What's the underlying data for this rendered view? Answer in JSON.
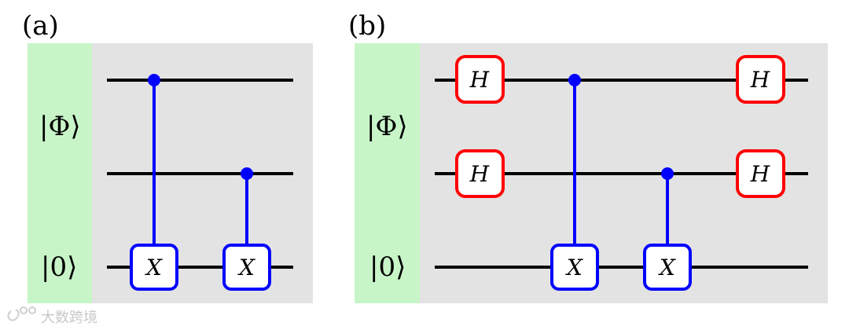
{
  "panels": {
    "a": {
      "label": "(a)",
      "state_top": "|Φ⟩",
      "state_bottom": "|0⟩",
      "gates": [
        "X",
        "X"
      ]
    },
    "b": {
      "label": "(b)",
      "state_top": "|Φ⟩",
      "state_bottom": "|0⟩",
      "hadamards": [
        "H",
        "H",
        "H",
        "H"
      ],
      "gates": [
        "X",
        "X"
      ]
    }
  },
  "colors": {
    "state_bg": "#c8f5c8",
    "circuit_bg": "#e3e3e3",
    "wire": "#000000",
    "control": "#0000ff",
    "hadamard_border": "#ff0000"
  },
  "watermark": "大数跨境"
}
